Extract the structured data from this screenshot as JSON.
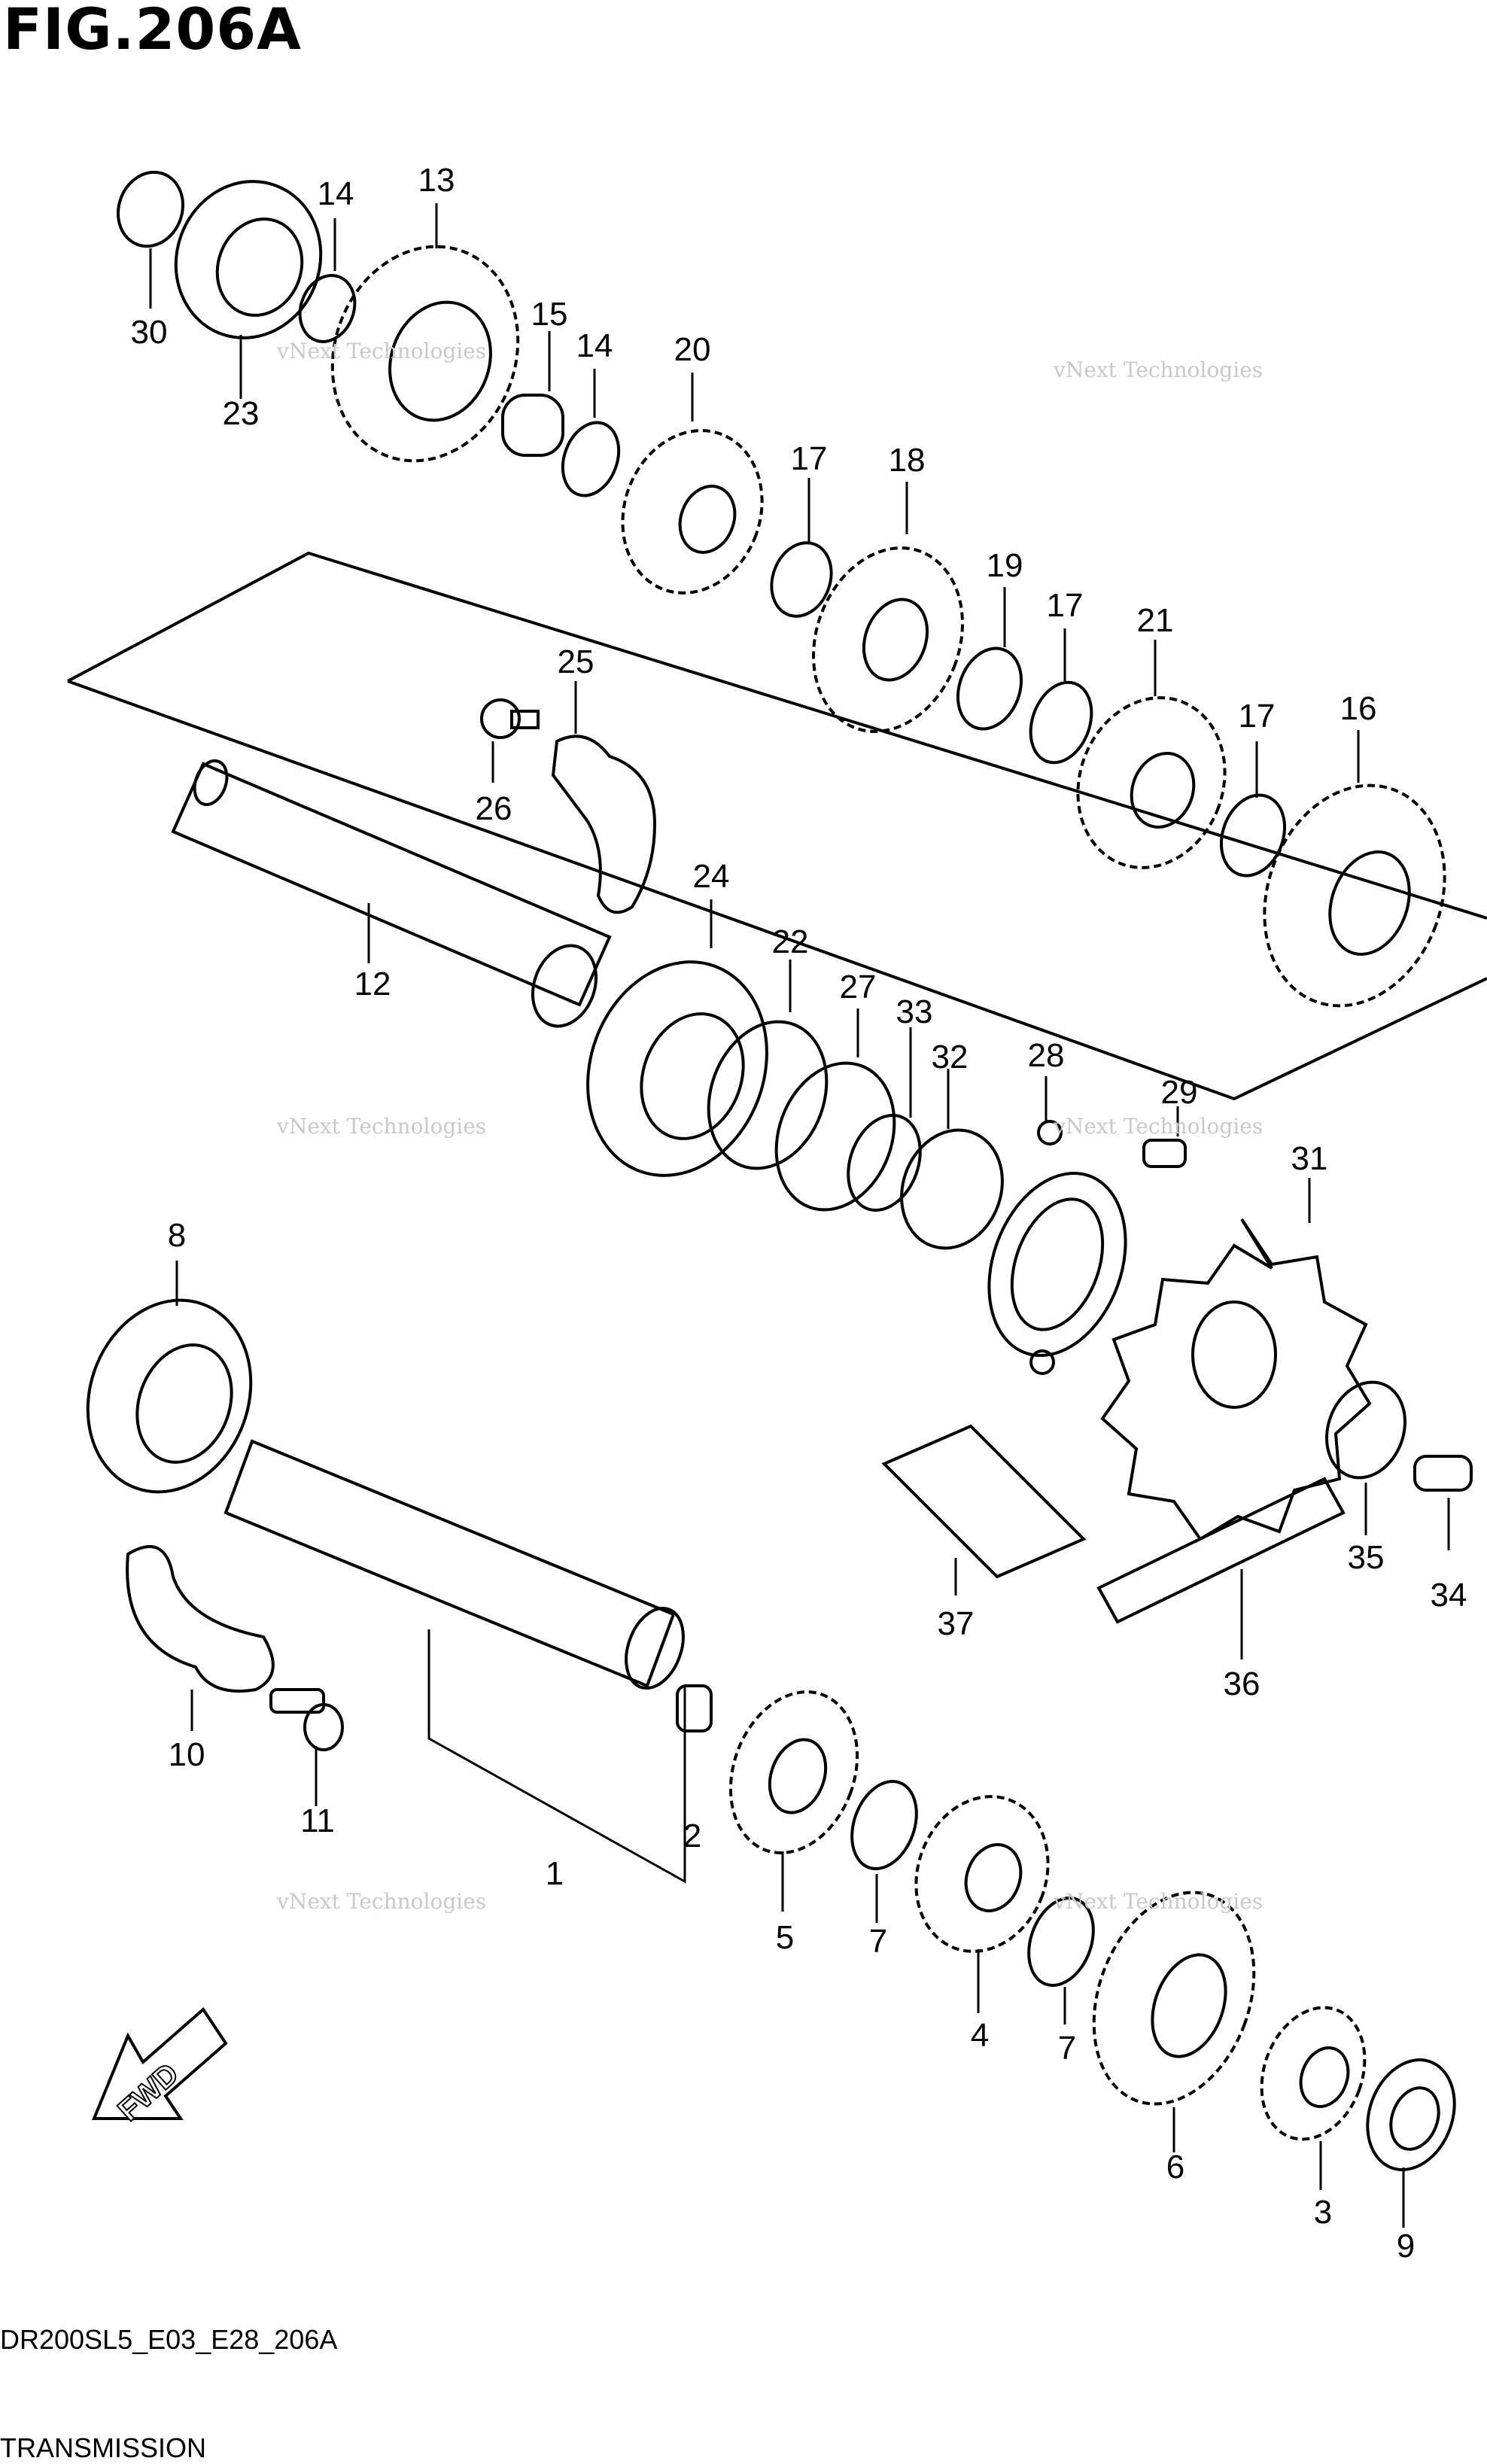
{
  "figure": {
    "title": "FIG.206A",
    "code": "DR200SL5_E03_E28_206A",
    "caption": "TRANSMISSION"
  },
  "direction_label": "FWD",
  "watermark": {
    "small": "vNext Technologies",
    "large": "vNext\nTechnologies"
  },
  "callouts": [
    "30",
    "14",
    "13",
    "23",
    "15",
    "14",
    "20",
    "17",
    "18",
    "19",
    "17",
    "21",
    "17",
    "16",
    "25",
    "26",
    "12",
    "24",
    "22",
    "27",
    "33",
    "32",
    "28",
    "29",
    "31",
    "8",
    "35",
    "34",
    "37",
    "36",
    "10",
    "11",
    "2",
    "1",
    "5",
    "7",
    "4",
    "7",
    "6",
    "3",
    "9"
  ],
  "colors": {
    "line": "#000000",
    "watermark": "#c9c9c9",
    "background": "#ffffff"
  }
}
